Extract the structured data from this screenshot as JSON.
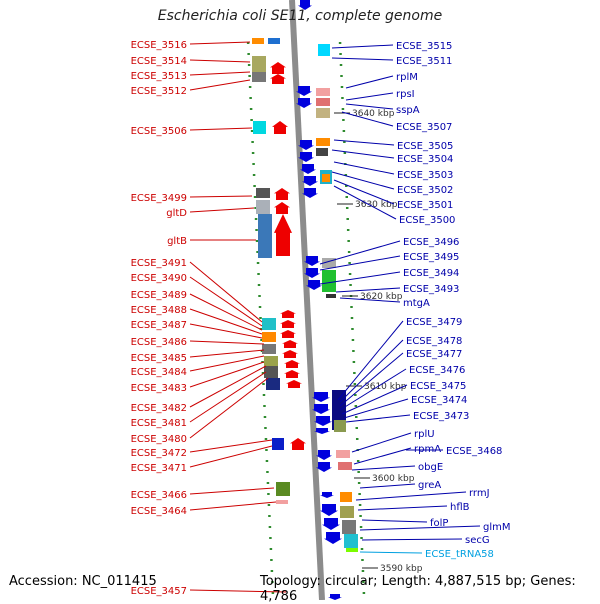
{
  "title": "Escherichia coli SE11, complete genome",
  "footer": {
    "accession": "Accession: NC_011415",
    "topology": "Topology: circular; Length: 4,887,515 bp; Genes: 4,786"
  },
  "colors": {
    "left_label": "#cc0000",
    "right_label": "#0000aa",
    "trna_label": "#00a0e0",
    "tick_green": "#2e8b2e"
  },
  "ticks": [
    "3640 kbp",
    "3630 kbp",
    "3620 kbp",
    "3610 kbp",
    "3600 kbp",
    "3590 kbp"
  ],
  "left_labels": [
    "ECSE_3516",
    "ECSE_3514",
    "ECSE_3513",
    "ECSE_3512",
    "ECSE_3506",
    "ECSE_3499",
    "gltD",
    "gltB",
    "ECSE_3491",
    "ECSE_3490",
    "ECSE_3489",
    "ECSE_3488",
    "ECSE_3487",
    "ECSE_3486",
    "ECSE_3485",
    "ECSE_3484",
    "ECSE_3483",
    "ECSE_3482",
    "ECSE_3481",
    "ECSE_3480",
    "ECSE_3472",
    "ECSE_3471",
    "ECSE_3466",
    "ECSE_3464",
    "ECSE_3457"
  ],
  "right_labels": [
    "ECSE_3515",
    "ECSE_3511",
    "rplM",
    "rpsI",
    "sspA",
    "ECSE_3507",
    "ECSE_3505",
    "ECSE_3504",
    "ECSE_3503",
    "ECSE_3502",
    "ECSE_3501",
    "ECSE_3500",
    "ECSE_3496",
    "ECSE_3495",
    "ECSE_3494",
    "ECSE_3493",
    "mtgA",
    "ECSE_3479",
    "ECSE_3478",
    "ECSE_3477",
    "ECSE_3476",
    "ECSE_3475",
    "ECSE_3474",
    "ECSE_3473",
    "rplU",
    "rpmA",
    "ECSE_3468",
    "obgE",
    "greA",
    "rrmJ",
    "hflB",
    "folP",
    "glmM",
    "secG",
    "ECSE_tRNA58"
  ]
}
